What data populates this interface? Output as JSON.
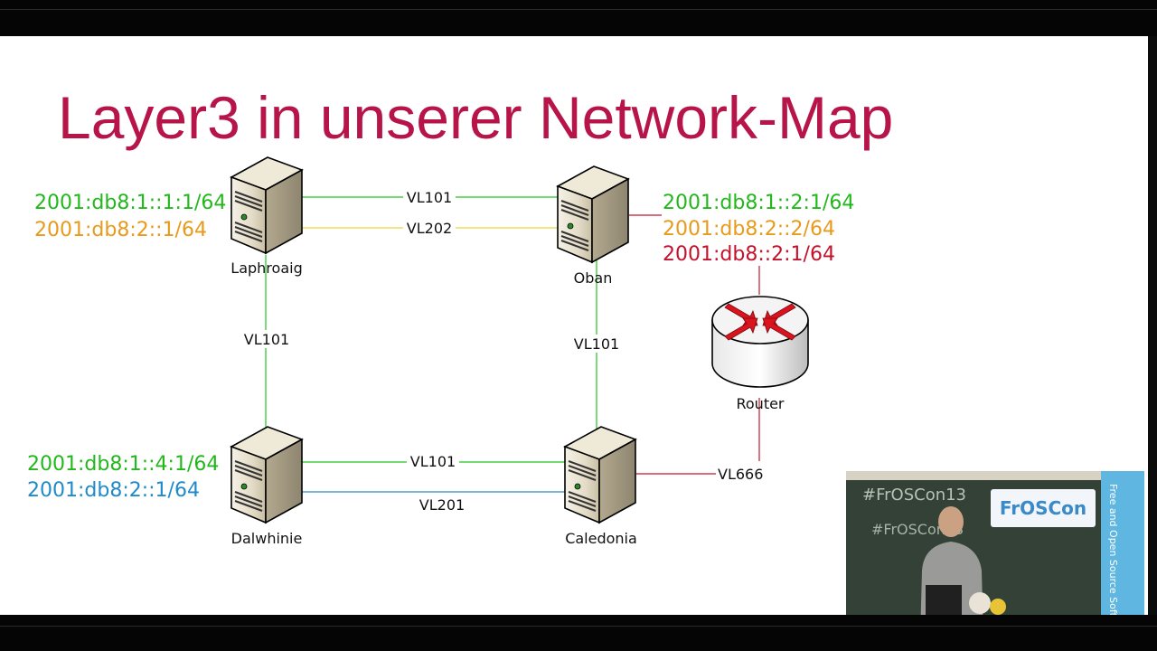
{
  "title": "Layer3 in unserer Network-Map",
  "nodes": {
    "laphroaig": {
      "label": "Laphroaig",
      "addresses": [
        "2001:db8:1::1:1/64",
        "2001:db8:2::1/64"
      ]
    },
    "oban": {
      "label": "Oban",
      "addresses": [
        "2001:db8:1::2:1/64",
        "2001:db8:2::2/64",
        "2001:db8::2:1/64"
      ]
    },
    "dalwhinie": {
      "label": "Dalwhinie",
      "addresses": [
        "2001:db8:1::4:1/64",
        "2001:db8:2::1/64"
      ]
    },
    "caledonia": {
      "label": "Caledonia"
    },
    "router": {
      "label": "Router"
    }
  },
  "links": {
    "laphroaig_oban_vl101": "VL101",
    "laphroaig_oban_vl202": "VL202",
    "laphroaig_dalwhinie": "VL101",
    "oban_caledonia": "VL101",
    "dalwhinie_caledonia_vl101": "VL101",
    "dalwhinie_caledonia_vl201": "VL201",
    "caledonia_router": "VL666"
  },
  "colors": {
    "title": "#b7154a",
    "vl101": "#22c41e",
    "vl202": "#f0d23c",
    "vl201": "#2f86c8",
    "vl666": "#c0162e",
    "addr_green": "#22b81c",
    "addr_orange": "#e89a1a",
    "addr_blue": "#1f8ac9",
    "addr_red": "#c4122d"
  },
  "camera_inset": {
    "board_text_1": "#FrOSCon13",
    "board_text_2": "#FrOSCon13",
    "logo": "FrOSCon",
    "banner": "Free and Open Source Software"
  }
}
